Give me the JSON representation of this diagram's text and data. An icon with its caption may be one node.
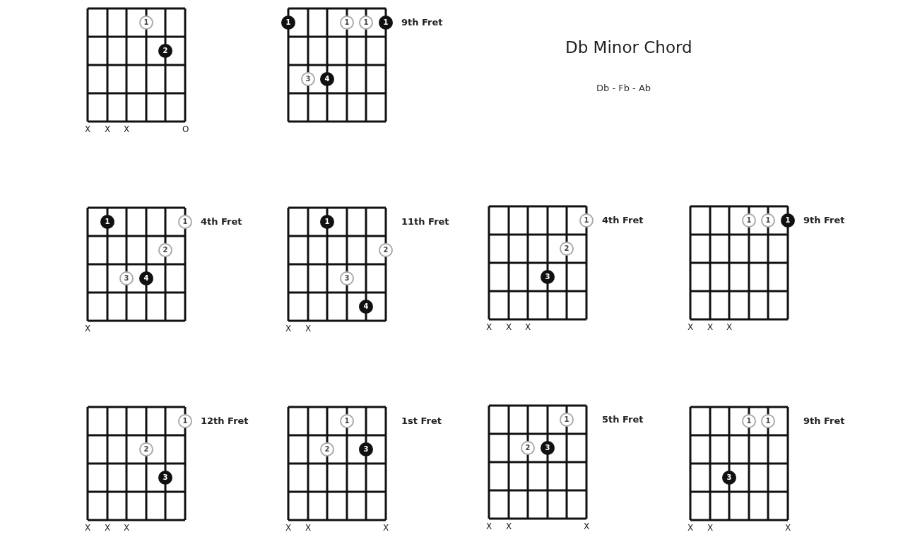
{
  "diagram": {
    "title": "Db Minor Chord",
    "nodes": [
      {
        "text": [],
        "shape": "box",
        "beside": [
          "X",
          "X",
          "X",
          "O"
        ]
      },
      {
        "text": [
          "1"
        ],
        "in": 0
      },
      {
        "text": [
          "2"
        ],
        "in": 0
      },
      {
        "text": [],
        "shape": "box",
        "beside": [
          "9th Fret"
        ]
      },
      {
        "text": [
          "1"
        ],
        "in": 3
      },
      {
        "text": [
          "1"
        ],
        "in": 3
      },
      {
        "text": [
          "1"
        ],
        "in": 3
      },
      {
        "text": [
          "1"
        ],
        "in": 3
      },
      {
        "text": [
          "3"
        ],
        "in": 3
      },
      {
        "text": [
          "4"
        ],
        "in": 3
      },
      {
        "text": [],
        "shape": "box",
        "beside": [
          "4th Fret",
          "X"
        ]
      },
      {
        "text": [
          "1"
        ],
        "in": 10
      },
      {
        "text": [
          "1"
        ],
        "in": 10
      },
      {
        "text": [
          "2"
        ],
        "in": 10
      },
      {
        "text": [
          "3"
        ],
        "in": 10
      },
      {
        "text": [
          "4"
        ],
        "in": 10
      },
      {
        "text": [],
        "shape": "box",
        "beside": [
          "11th Fret",
          "X",
          "X"
        ]
      },
      {
        "text": [
          "1"
        ],
        "in": 16
      },
      {
        "text": [
          "2"
        ],
        "in": 16
      },
      {
        "text": [
          "3"
        ],
        "in": 16
      },
      {
        "text": [
          "4"
        ],
        "in": 16
      },
      {
        "text": [],
        "shape": "box",
        "beside": [
          "4th Fret",
          "X",
          "X",
          "X"
        ]
      },
      {
        "text": [
          "1"
        ],
        "in": 21
      },
      {
        "text": [
          "2"
        ],
        "in": 21
      },
      {
        "text": [
          "3"
        ],
        "in": 21
      },
      {
        "text": [],
        "shape": "box",
        "beside": [
          "9th Fret",
          "X",
          "X",
          "X"
        ]
      },
      {
        "text": [
          "1"
        ],
        "in": 25
      },
      {
        "text": [
          "1"
        ],
        "in": 25
      },
      {
        "text": [
          "1"
        ],
        "in": 25
      },
      {
        "text": [],
        "shape": "box",
        "beside": [
          "12th Fret",
          "X",
          "X",
          "X"
        ]
      },
      {
        "text": [
          "1"
        ],
        "in": 29
      },
      {
        "text": [
          "2"
        ],
        "in": 29
      },
      {
        "text": [
          "3"
        ],
        "in": 29
      },
      {
        "text": [],
        "shape": "box",
        "beside": [
          "1st Fret",
          "X",
          "X",
          "X"
        ]
      },
      {
        "text": [
          "1"
        ],
        "in": 33
      },
      {
        "text": [
          "2"
        ],
        "in": 33
      },
      {
        "text": [
          "3"
        ],
        "in": 33
      },
      {
        "text": [],
        "shape": "box",
        "beside": [
          "5th Fret",
          "X",
          "X",
          "X"
        ]
      },
      {
        "text": [
          "1"
        ],
        "in": 37
      },
      {
        "text": [
          "2"
        ],
        "in": 37
      },
      {
        "text": [
          "3"
        ],
        "in": 37
      },
      {
        "text": [],
        "shape": "box",
        "beside": [
          "9th Fret",
          "X",
          "X",
          "X"
        ]
      },
      {
        "text": [
          "1"
        ],
        "in": 41
      },
      {
        "text": [
          "1"
        ],
        "in": 41
      },
      {
        "text": [
          "3"
        ],
        "in": 41
      }
    ],
    "labels": [
      "Db - Fb - Ab"
    ]
  }
}
